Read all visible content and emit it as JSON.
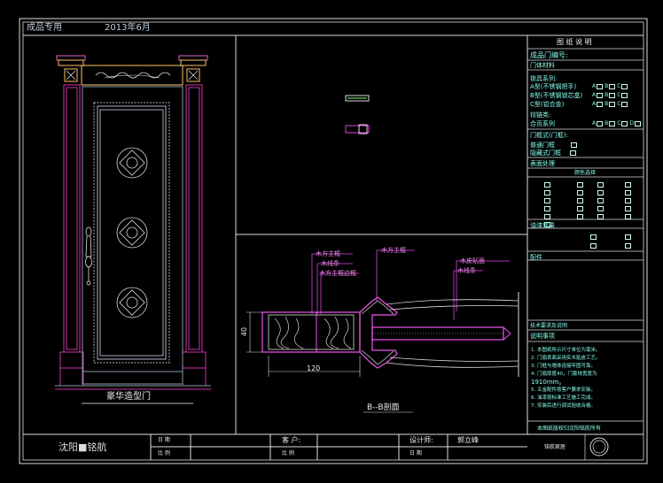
{
  "header": {
    "left": "成品专用",
    "date": "2013年6月"
  },
  "door": {
    "caption": "豪华造型门"
  },
  "section": {
    "callouts": [
      "木方主框",
      "木线条",
      "木方主框边框",
      "木方主框",
      "木皮贴面",
      "木线条"
    ],
    "dim_height": "40",
    "dim_width": "120",
    "title": "B--B剖面"
  },
  "spec": {
    "title": "图 纸 说 明",
    "door_no": "成品门编号:",
    "material": "门体材料",
    "lock_label": "锁具系列:",
    "lock_rows": [
      "A型(不锈钢把手)",
      "B型(不锈钢锁芯盒)",
      "C型(铝合金)"
    ],
    "option_a": "A",
    "option_b": "B",
    "option_c": "C",
    "option_d": "D",
    "hinge_label": "铰链类:",
    "hinge_row": "合页系列",
    "frame_label": "门框式(门框):",
    "frame_rows": [
      "普通门框",
      "隐藏式门框"
    ],
    "section_a": "表面处理",
    "color_head": "颜色选择",
    "section_b": "油漆效果",
    "section_c": "配件",
    "notes_head": "技术要求及说明",
    "notes_title": "说明事项",
    "notes": [
      "1. 本图纸所示尺寸单位为毫米。",
      "2. 门扇表面采用实木贴皮工艺。",
      "3. 门框与墙体连接牢固可靠。",
      "4. 门扇厚度40，门套线宽度为",
      "1910mm。",
      "5. 五金配件按客户要求安装。",
      "6. 油漆按标准工艺施工完成。",
      "7. 安装后进行调试验收合格。"
    ],
    "footer_note": "本图纸版权归沈阳铭航所有",
    "logo_label": "铭航家居"
  },
  "title_block": {
    "company": "沈阳■铭航",
    "f1": "日 期",
    "f2": "比 例",
    "customer": "客 户:",
    "f3": "比 例",
    "designer": "设计师:",
    "designer_name": "郭立峰",
    "f4": "日 期"
  }
}
